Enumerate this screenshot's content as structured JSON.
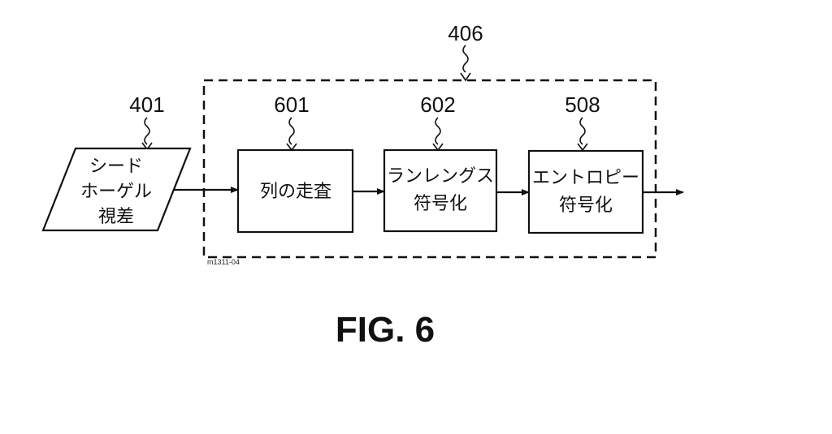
{
  "refs": {
    "group": "406",
    "input": "401",
    "block_1": "601",
    "block_2": "602",
    "block_3": "508"
  },
  "input": {
    "line1": "シード",
    "line2": "ホーゲル",
    "line3": "視差"
  },
  "blocks": {
    "block_1": {
      "line1": "列の走査"
    },
    "block_2": {
      "line1": "ランレングス",
      "line2": "符号化"
    },
    "block_3": {
      "line1": "エントロピー",
      "line2": "符号化"
    }
  },
  "drawing_code": "m1311-04",
  "figure_title": "FIG. 6",
  "colors": {
    "stroke": "#111111",
    "background": "#ffffff"
  }
}
